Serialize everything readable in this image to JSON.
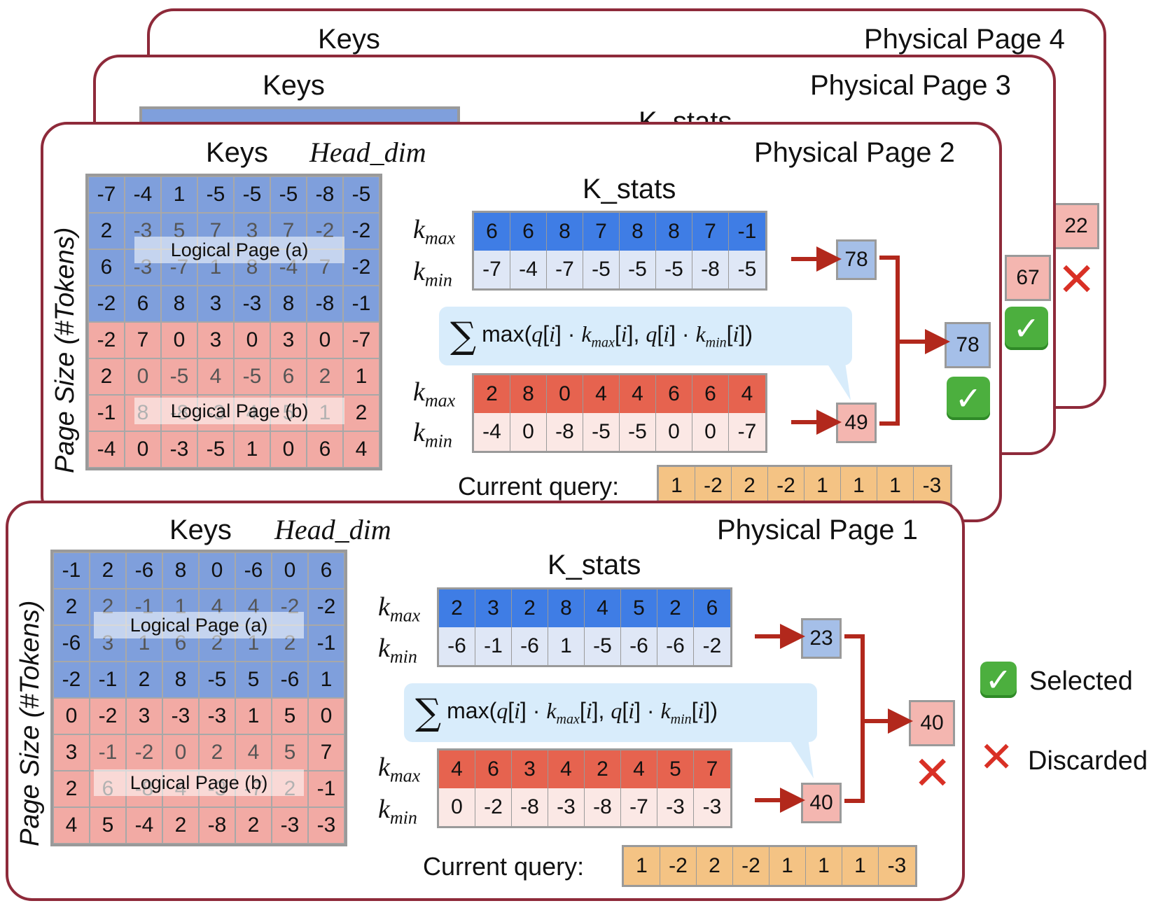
{
  "legend": {
    "selected": "Selected",
    "discarded": "Discarded"
  },
  "icons": {
    "selected": "check-mark-icon",
    "discarded": "cross-mark-icon"
  },
  "colors": {
    "page_border": "#8e2a3a",
    "arrow": "#b2281c",
    "kmax_blue": "#3f7de5",
    "kmax_red": "#e6634f",
    "query": "#f4c384",
    "check": "#4caf3e",
    "cross": "#d93025"
  },
  "pages": [
    {
      "id": "p4",
      "title": "Physical Page 4",
      "keys_label": "Keys",
      "score": "22",
      "status": "discarded"
    },
    {
      "id": "p3",
      "title": "Physical Page 3",
      "keys_label": "Keys",
      "kstats_label": "K_stats",
      "score": "67",
      "status": "selected"
    },
    {
      "id": "p2",
      "title": "Physical Page 2",
      "keys_label": "Keys",
      "head_dim_label": "Head_dim",
      "page_size_label": "Page Size (#Tokens)",
      "kstats_label": "K_stats",
      "logical_a": "Logical Page (a)",
      "logical_b": "Logical Page (b)",
      "keys": [
        [
          "-7",
          "-4",
          "1",
          "-5",
          "-5",
          "-5",
          "-8",
          "-5"
        ],
        [
          "2",
          "-3",
          "5",
          "7",
          "3",
          "7",
          "-2",
          "-2"
        ],
        [
          "6",
          "-3",
          "-7",
          "1",
          "8",
          "-4",
          "7",
          "-2"
        ],
        [
          "-2",
          "6",
          "8",
          "3",
          "-3",
          "8",
          "-8",
          "-1"
        ],
        [
          "-2",
          "7",
          "0",
          "3",
          "0",
          "3",
          "0",
          "-7"
        ],
        [
          "2",
          "0",
          "-5",
          "4",
          "-5",
          "6",
          "2",
          "1"
        ],
        [
          "-1",
          "8",
          "-8",
          "-3",
          "4",
          "5",
          "1",
          "2"
        ],
        [
          "-4",
          "0",
          "-3",
          "-5",
          "1",
          "0",
          "6",
          "4"
        ]
      ],
      "kmax_a": [
        "6",
        "6",
        "8",
        "7",
        "8",
        "8",
        "7",
        "-1"
      ],
      "kmin_a": [
        "-7",
        "-4",
        "-7",
        "-5",
        "-5",
        "-5",
        "-8",
        "-5"
      ],
      "kmax_b": [
        "2",
        "8",
        "0",
        "4",
        "4",
        "6",
        "6",
        "4"
      ],
      "kmin_b": [
        "-4",
        "0",
        "-8",
        "-5",
        "-5",
        "0",
        "0",
        "-7"
      ],
      "score_a": "78",
      "score_b": "49",
      "score": "78",
      "status": "selected",
      "query_label": "Current query:",
      "query": [
        "1",
        "-2",
        "2",
        "-2",
        "1",
        "1",
        "1",
        "-3"
      ]
    },
    {
      "id": "p1",
      "title": "Physical Page 1",
      "keys_label": "Keys",
      "head_dim_label": "Head_dim",
      "page_size_label": "Page Size (#Tokens)",
      "kstats_label": "K_stats",
      "logical_a": "Logical Page (a)",
      "logical_b": "Logical Page (b)",
      "keys": [
        [
          "-1",
          "2",
          "-6",
          "8",
          "0",
          "-6",
          "0",
          "6"
        ],
        [
          "2",
          "2",
          "-1",
          "1",
          "4",
          "4",
          "-2",
          "-2"
        ],
        [
          "-6",
          "3",
          "1",
          "6",
          "2",
          "1",
          "2",
          "-1"
        ],
        [
          "-2",
          "-1",
          "2",
          "8",
          "-5",
          "5",
          "-6",
          "1"
        ],
        [
          "0",
          "-2",
          "3",
          "-3",
          "-3",
          "1",
          "5",
          "0"
        ],
        [
          "3",
          "-1",
          "-2",
          "0",
          "2",
          "4",
          "5",
          "7"
        ],
        [
          "2",
          "6",
          "-8",
          "4",
          "-3",
          "-7",
          "2",
          "-1"
        ],
        [
          "4",
          "5",
          "-4",
          "2",
          "-8",
          "2",
          "-3",
          "-3"
        ]
      ],
      "kmax_a": [
        "2",
        "3",
        "2",
        "8",
        "4",
        "5",
        "2",
        "6"
      ],
      "kmin_a": [
        "-6",
        "-1",
        "-6",
        "1",
        "-5",
        "-6",
        "-6",
        "-2"
      ],
      "kmax_b": [
        "4",
        "6",
        "3",
        "4",
        "2",
        "4",
        "5",
        "7"
      ],
      "kmin_b": [
        "0",
        "-2",
        "-8",
        "-3",
        "-8",
        "-7",
        "-3",
        "-3"
      ],
      "score_a": "23",
      "score_b": "40",
      "score": "40",
      "status": "discarded",
      "query_label": "Current query:",
      "query": [
        "1",
        "-2",
        "2",
        "-2",
        "1",
        "1",
        "1",
        "-3"
      ]
    }
  ]
}
